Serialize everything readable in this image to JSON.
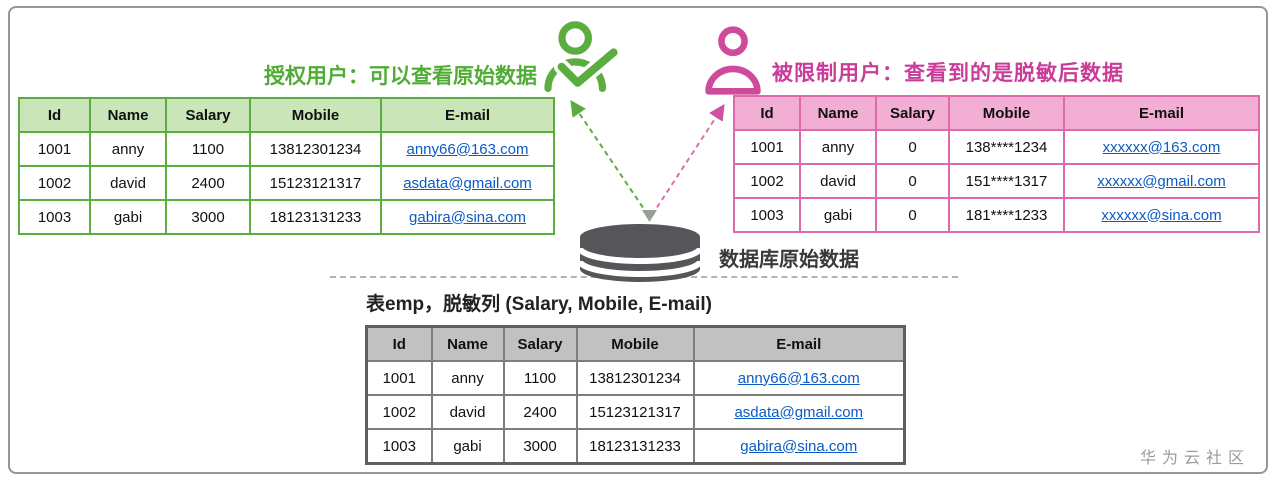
{
  "labels": {
    "authorized_title": "授权用户：可以查看原始数据",
    "restricted_title": "被限制用户：查看到的是脱敏后数据",
    "database_label": "数据库原始数据",
    "bottom_title": "表emp，脱敏列 (Salary, Mobile, E-mail)",
    "watermark": "华为云社区"
  },
  "icons": {
    "authorized_user": "verified-user-icon",
    "restricted_user": "user-icon",
    "database": "database-cylinder-icon",
    "arrows": [
      "green-dashed-arrow",
      "pink-dashed-arrow"
    ]
  },
  "colors": {
    "green_accent": "#5BAD3F",
    "green_light": "#CAE5B8",
    "green_title": "#4FAD34",
    "pink_accent": "#CA3C99",
    "pink_border": "#E069AB",
    "pink_light": "#F3AED4",
    "gray_header": "#C1C1C1",
    "gray_border": "#7D7D7D",
    "link_blue": "#0B5BC4",
    "db_gray": "#56565A"
  },
  "tables": {
    "columns": [
      "Id",
      "Name",
      "Salary",
      "Mobile",
      "E-mail"
    ],
    "authorized": {
      "rows": [
        [
          "1001",
          "anny",
          "1100",
          "13812301234",
          "anny66@163.com"
        ],
        [
          "1002",
          "david",
          "2400",
          "15123121317",
          "asdata@gmail.com"
        ],
        [
          "1003",
          "gabi",
          "3000",
          "18123131233",
          "gabira@sina.com"
        ]
      ]
    },
    "restricted": {
      "rows": [
        [
          "1001",
          "anny",
          "0",
          "138****1234",
          "xxxxxx@163.com"
        ],
        [
          "1002",
          "david",
          "0",
          "151****1317",
          "xxxxxx@gmail.com"
        ],
        [
          "1003",
          "gabi",
          "0",
          "181****1233",
          "xxxxxx@sina.com"
        ]
      ]
    },
    "original": {
      "rows": [
        [
          "1001",
          "anny",
          "1100",
          "13812301234",
          "anny66@163.com"
        ],
        [
          "1002",
          "david",
          "2400",
          "15123121317",
          "asdata@gmail.com"
        ],
        [
          "1003",
          "gabi",
          "3000",
          "18123131233",
          "gabira@sina.com"
        ]
      ]
    }
  }
}
